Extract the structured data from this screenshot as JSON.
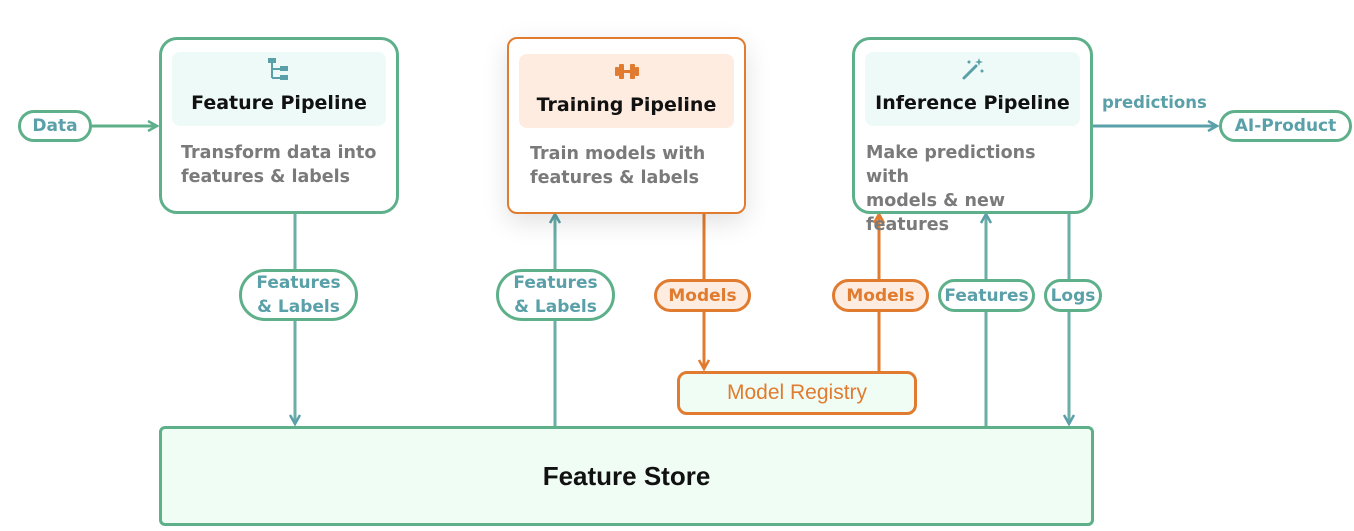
{
  "colors": {
    "green": "#5db08a",
    "teal_text": "#5aa0a8",
    "orange": "#e07b2f",
    "orange_fill": "#fdecdf",
    "teal_fill": "#eefaf7",
    "store_fill": "#f0fdf4"
  },
  "pipelines": {
    "feature": {
      "icon": "hierarchy-tree-icon",
      "title": "Feature Pipeline",
      "desc_line1": "Transform data into",
      "desc_line2": "features & labels"
    },
    "training": {
      "icon": "dumbbell-icon",
      "title": "Training Pipeline",
      "desc_line1": "Train models with",
      "desc_line2": "features & labels"
    },
    "inference": {
      "icon": "magic-wand-icon",
      "title": "Inference Pipeline",
      "desc_line1": "Make predictions with",
      "desc_line2": "models & new features"
    }
  },
  "inputs": {
    "data": "Data"
  },
  "outputs": {
    "predictions_label": "predictions",
    "ai_product": "AI-Product"
  },
  "flows": {
    "features_labels_1_line1": "Features",
    "features_labels_1_line2": "& Labels",
    "features_labels_2_line1": "Features",
    "features_labels_2_line2": "& Labels",
    "models_to_registry": "Models",
    "models_from_registry": "Models",
    "features": "Features",
    "logs": "Logs"
  },
  "model_registry": "Model Registry",
  "feature_store": "Feature Store"
}
